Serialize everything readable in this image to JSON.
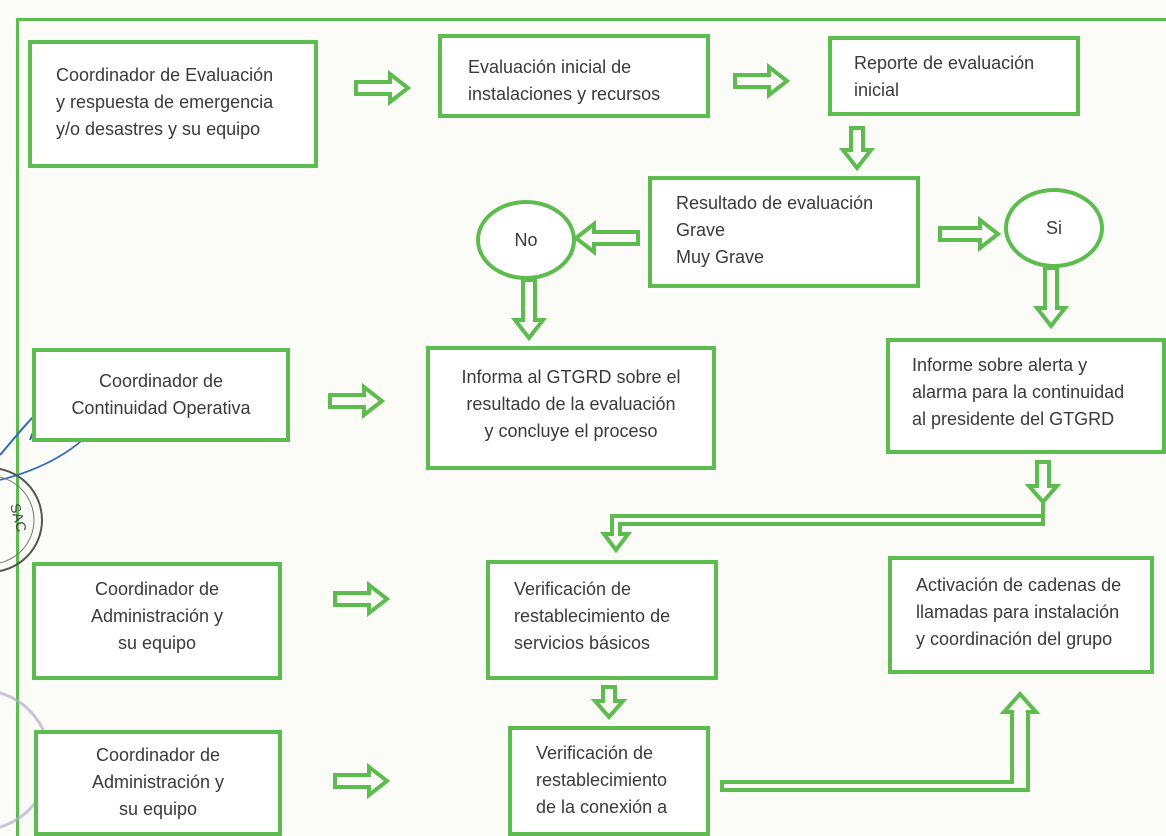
{
  "colors": {
    "accent": "#5dbb4f",
    "text": "#3a3a3a",
    "signature": "#2e6bb8",
    "seal": "#9a86b8"
  },
  "boxes": {
    "coord_eval": "Coordinador de Evaluación\ny respuesta de emergencia\ny/o desastres y su equipo",
    "eval_inicial": "Evaluación inicial de\ninstalaciones y recursos",
    "reporte": "Reporte de evaluación\ninicial",
    "resultado": "Resultado de evaluación\nGrave\nMuy Grave",
    "coord_cont": "Coordinador de\nContinuidad Operativa",
    "informa": "Informa al GTGRD sobre el\nresultado de la evaluación\ny concluye el proceso",
    "informe_alerta": "Informe sobre alerta y\nalarma para la continuidad\nal presidente del GTGRD",
    "coord_admin_1": "Coordinador de\nAdministración y\nsu equipo",
    "verif_servicios": "Verificación de\nrestablecimiento de\nservicios básicos",
    "activacion": "Activación de cadenas de\nllamadas para instalación\ny coordinación del grupo",
    "coord_admin_2": "Coordinador de\nAdministración y\nsu equipo",
    "verif_conexion": "Verificación de\nrestablecimiento\nde la conexión a"
  },
  "decisions": {
    "no": "No",
    "si": "Si"
  }
}
